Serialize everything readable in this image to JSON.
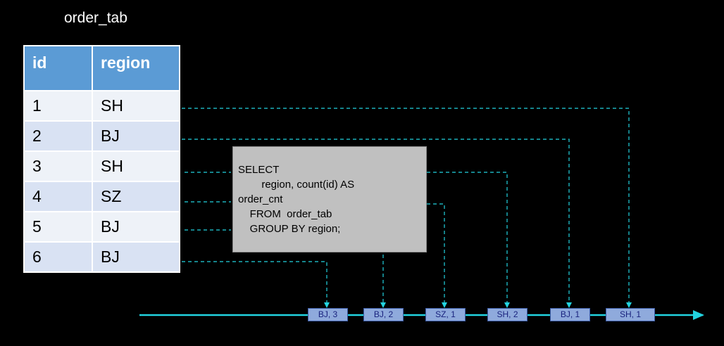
{
  "table": {
    "title": "order_tab",
    "headers": [
      "id",
      "region"
    ],
    "rows": [
      [
        "1",
        "SH"
      ],
      [
        "2",
        "BJ"
      ],
      [
        "3",
        "SH"
      ],
      [
        "4",
        "SZ"
      ],
      [
        "5",
        "BJ"
      ],
      [
        "6",
        "BJ"
      ]
    ]
  },
  "sql": {
    "text": "SELECT\n        region, count(id) AS\norder_cnt\n    FROM  order_tab\n    GROUP BY region;"
  },
  "outputs": [
    "BJ, 3",
    "BJ, 2",
    "SZ, 1",
    "SH, 2",
    "BJ, 1",
    "SH, 1"
  ],
  "colors": {
    "background": "#000000",
    "header": "#5b9bd5",
    "row_odd": "#d9e2f3",
    "row_even": "#eef2f8",
    "sql_box": "#c0c0c0",
    "arrow": "#22d3e0",
    "chip": "#8faadc"
  }
}
